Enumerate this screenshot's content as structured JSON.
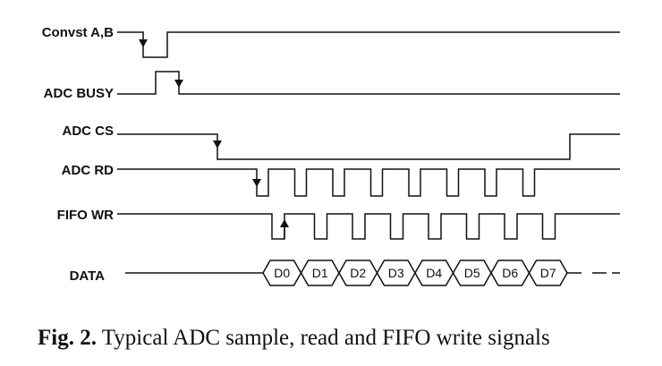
{
  "signals": [
    {
      "key": "convst",
      "label": "Convst A,B",
      "icon": "falling-edge-arrow-icon"
    },
    {
      "key": "adc_busy",
      "label": "ADC BUSY",
      "icon": "falling-edge-arrow-icon"
    },
    {
      "key": "adc_cs",
      "label": "ADC CS",
      "icon": "falling-edge-arrow-icon"
    },
    {
      "key": "adc_rd",
      "label": "ADC RD",
      "icon": "falling-edge-arrow-icon"
    },
    {
      "key": "fifo_wr",
      "label": "FIFO WR",
      "icon": "rising-edge-arrow-icon"
    },
    {
      "key": "data",
      "label": "DATA"
    }
  ],
  "data_words": [
    "D0",
    "D1",
    "D2",
    "D3",
    "D4",
    "D5",
    "D6",
    "D7"
  ],
  "caption": {
    "prefix": "Fig. 2.",
    "text": "Typical ADC sample, read and FIFO write signals"
  }
}
